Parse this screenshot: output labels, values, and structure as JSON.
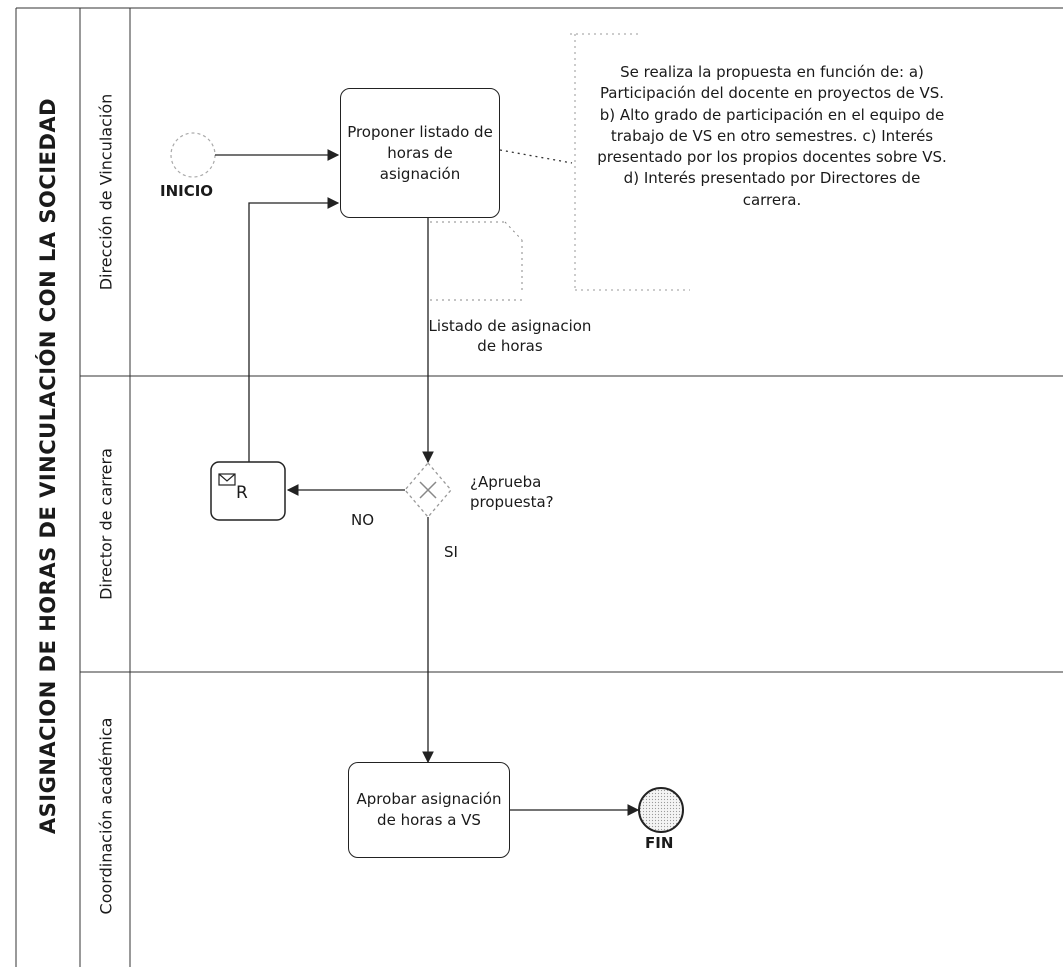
{
  "pool": {
    "title": "ASIGNACION DE HORAS DE VINCULACIÓN CON LA SOCIEDAD"
  },
  "lanes": [
    {
      "title": "Dirección de Vinculación"
    },
    {
      "title": "Director de carrera"
    },
    {
      "title": "Coordinación académica"
    }
  ],
  "events": {
    "start_label": "INICIO",
    "end_label": "FIN"
  },
  "tasks": {
    "proponer": "Proponer listado de horas de asignación",
    "aprobar": "Aprobar asignación de horas a VS",
    "message_task_marker": "R"
  },
  "data_object": {
    "label": "Listado de asignacion de horas"
  },
  "annotation": {
    "text": "Se realiza la propuesta en función de: a) Participación del docente en proyectos de VS. b) Alto grado de participación en el equipo de trabajo de VS en otro semestres. c) Interés presentado por los propios docentes sobre VS. d) Interés presentado por Directores de carrera."
  },
  "gateway": {
    "question": "¿Aprueba propuesta?",
    "no_label": "NO",
    "si_label": "SI"
  }
}
